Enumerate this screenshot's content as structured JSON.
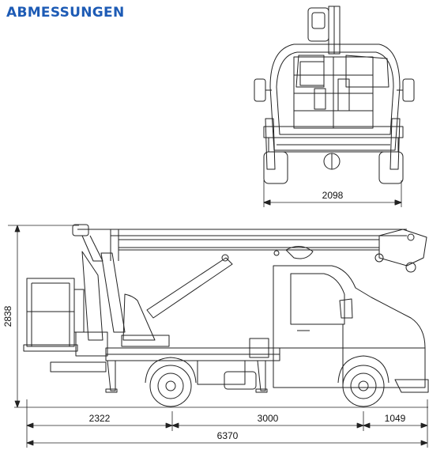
{
  "header": {
    "title": "ABMESSUNGEN"
  },
  "dimensions": {
    "width": "2098",
    "height": "2838",
    "rear_overhang": "2322",
    "wheelbase": "3000",
    "front_overhang": "1049",
    "total_length": "6370"
  },
  "colors": {
    "title": "#1d5bb5",
    "line": "#222222"
  }
}
